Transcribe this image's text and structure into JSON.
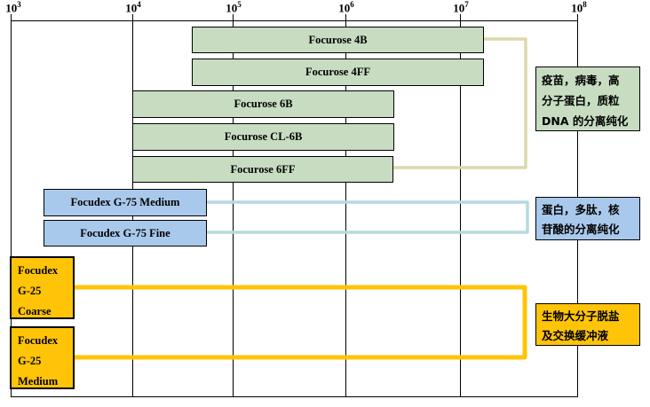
{
  "chart_data": {
    "type": "bar",
    "orientation": "horizontal",
    "title": "",
    "x_axis": {
      "scale": "log10",
      "range": [
        1000,
        100000000
      ],
      "grid": true,
      "ticks": [
        {
          "base": "10",
          "exp": "3",
          "value": 1000
        },
        {
          "base": "10",
          "exp": "4",
          "value": 10000
        },
        {
          "base": "10",
          "exp": "5",
          "value": 100000
        },
        {
          "base": "10",
          "exp": "6",
          "value": 1000000
        },
        {
          "base": "10",
          "exp": "7",
          "value": 10000000
        },
        {
          "base": "10",
          "exp": "8",
          "value": 100000000
        }
      ]
    },
    "series": [
      {
        "name": "Focurose 4B",
        "color": "#c7dcc1",
        "mw_range": [
          40000,
          15000000
        ]
      },
      {
        "name": "Focurose 4FF",
        "color": "#c7dcc1",
        "mw_range": [
          40000,
          15000000
        ]
      },
      {
        "name": "Focurose 6B",
        "color": "#c7dcc1",
        "mw_range": [
          10000,
          2500000
        ]
      },
      {
        "name": "Focurose CL-6B",
        "color": "#c7dcc1",
        "mw_range": [
          10000,
          2500000
        ]
      },
      {
        "name": "Focurose 6FF",
        "color": "#c7dcc1",
        "mw_range": [
          10000,
          2500000
        ]
      },
      {
        "name": "Focudex G-75 Medium",
        "color": "#a9c9ec",
        "mw_range": [
          2000,
          50000
        ]
      },
      {
        "name": "Focudex G-75 Fine",
        "color": "#a9c9ec",
        "mw_range": [
          2000,
          50000
        ]
      },
      {
        "name": "Focudex G-25 Coarse",
        "color": "#ffc408",
        "mw_range": [
          1000,
          3500
        ],
        "label_lines": [
          "Focudex",
          "G-25",
          "Coarse"
        ]
      },
      {
        "name": "Focudex G-25 Medium",
        "color": "#ffc408",
        "mw_range": [
          1000,
          3500
        ],
        "label_lines": [
          "Focudex",
          "G-25",
          "Medium"
        ]
      }
    ],
    "annotations": [
      {
        "bracket_color": "#ddd8ab",
        "box_color": "#c7dcc1",
        "applies_to": [
          "Focurose 4B",
          "Focurose 4FF",
          "Focurose 6B",
          "Focurose CL-6B",
          "Focurose 6FF"
        ],
        "text": "疫苗，病毒，高分子蛋白，质粒DNA的分离纯化",
        "lines": [
          "疫苗，病毒，高",
          "分子蛋白，质粒",
          "DNA 的分离纯化"
        ]
      },
      {
        "bracket_color": "#b7d9de",
        "box_color": "#a9c9ec",
        "applies_to": [
          "Focudex G-75 Medium",
          "Focudex G-75 Fine"
        ],
        "text": "蛋白，多肽，核苷酸的分离纯化",
        "lines": [
          "蛋白，多肽，核",
          "苷酸的分离纯化"
        ]
      },
      {
        "bracket_color": "#ffc408",
        "box_color": "#ffc408",
        "applies_to": [
          "Focudex G-25 Coarse",
          "Focudex G-25 Medium"
        ],
        "text": "生物大分子脱盐及交换缓冲液",
        "lines": [
          "生物大分子脱盐",
          "及交换缓冲液"
        ]
      }
    ]
  }
}
